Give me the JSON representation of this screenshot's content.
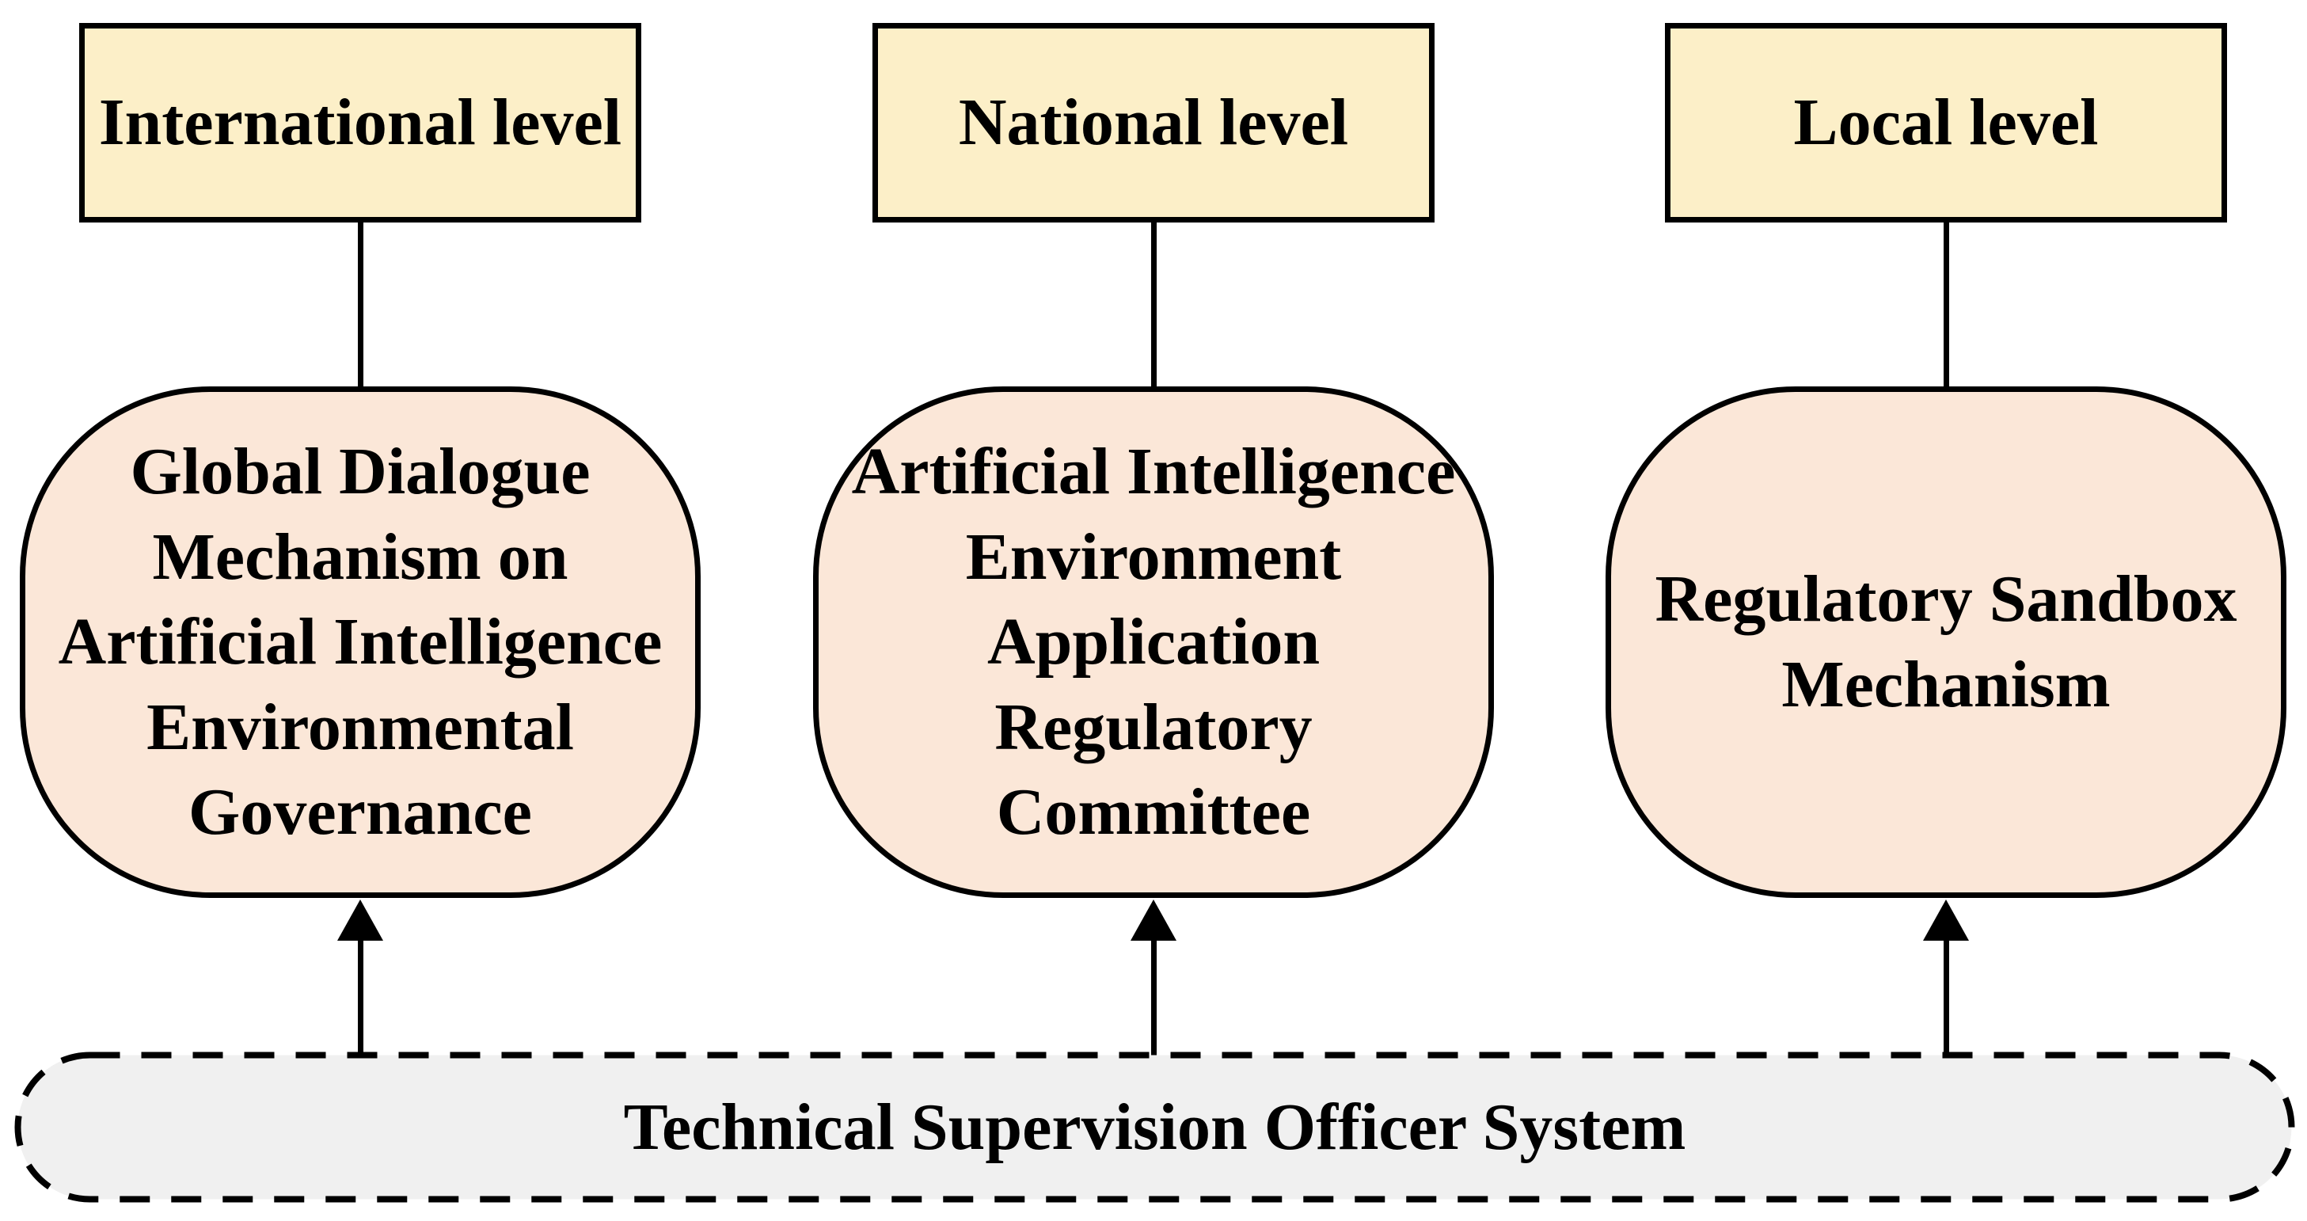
{
  "columns": [
    {
      "level_label": "International level",
      "mechanism_label": "Global Dialogue\nMechanism on\nArtificial Intelligence\nEnvironmental\nGovernance"
    },
    {
      "level_label": "National level",
      "mechanism_label": "Artificial Intelligence\nEnvironment\nApplication\nRegulatory\nCommittee"
    },
    {
      "level_label": "Local level",
      "mechanism_label": "Regulatory Sandbox\nMechanism"
    }
  ],
  "base_system": {
    "label": "Technical Supervision Officer System"
  },
  "colors": {
    "level_fill": "#FCEFC8",
    "mechanism_fill": "#FBE7D8",
    "base_fill": "#F0F0F0",
    "line": "#000000"
  }
}
